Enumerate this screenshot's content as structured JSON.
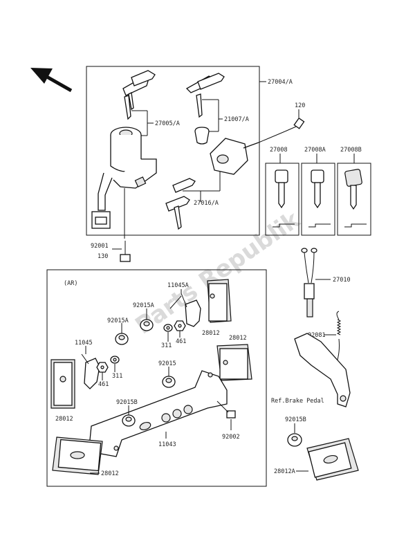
{
  "watermark": "Parts Republik",
  "labels": {
    "ignition_set": "27004/A",
    "ignition_switch": "27005/A",
    "key_blank_set": "21007/A",
    "seat_lock_key": "27016/A",
    "bolt_120": "120",
    "key_27008": "27008",
    "key_27008a": "27008A",
    "key_27008b": "27008B",
    "bolt_92001": "92001",
    "washer_130": "130",
    "switch_27010": "27010",
    "spring_92081": "92081",
    "brake_pedal": "Ref.Brake Pedal",
    "collar_92015b_right": "92015B",
    "reflector_28012a": "28012A",
    "ar_note": "(AR)",
    "bracket_11045a": "11045A",
    "collar_92015a_top": "92015A",
    "collar_92015a_left": "92015A",
    "reflector_28012_top": "28012",
    "reflector_28012_left": "28012",
    "reflector_28012c_top": "28012",
    "reflector_28012c_bottom": "28012",
    "bracket_11045": "11045",
    "nut_461_a": "461",
    "nut_461_b": "461",
    "washer_311_a": "311",
    "washer_311_b": "311",
    "collar_92015": "92015",
    "collar_92015b": "92015B",
    "bolt_92002": "92002",
    "bracket_11043": "11043"
  }
}
